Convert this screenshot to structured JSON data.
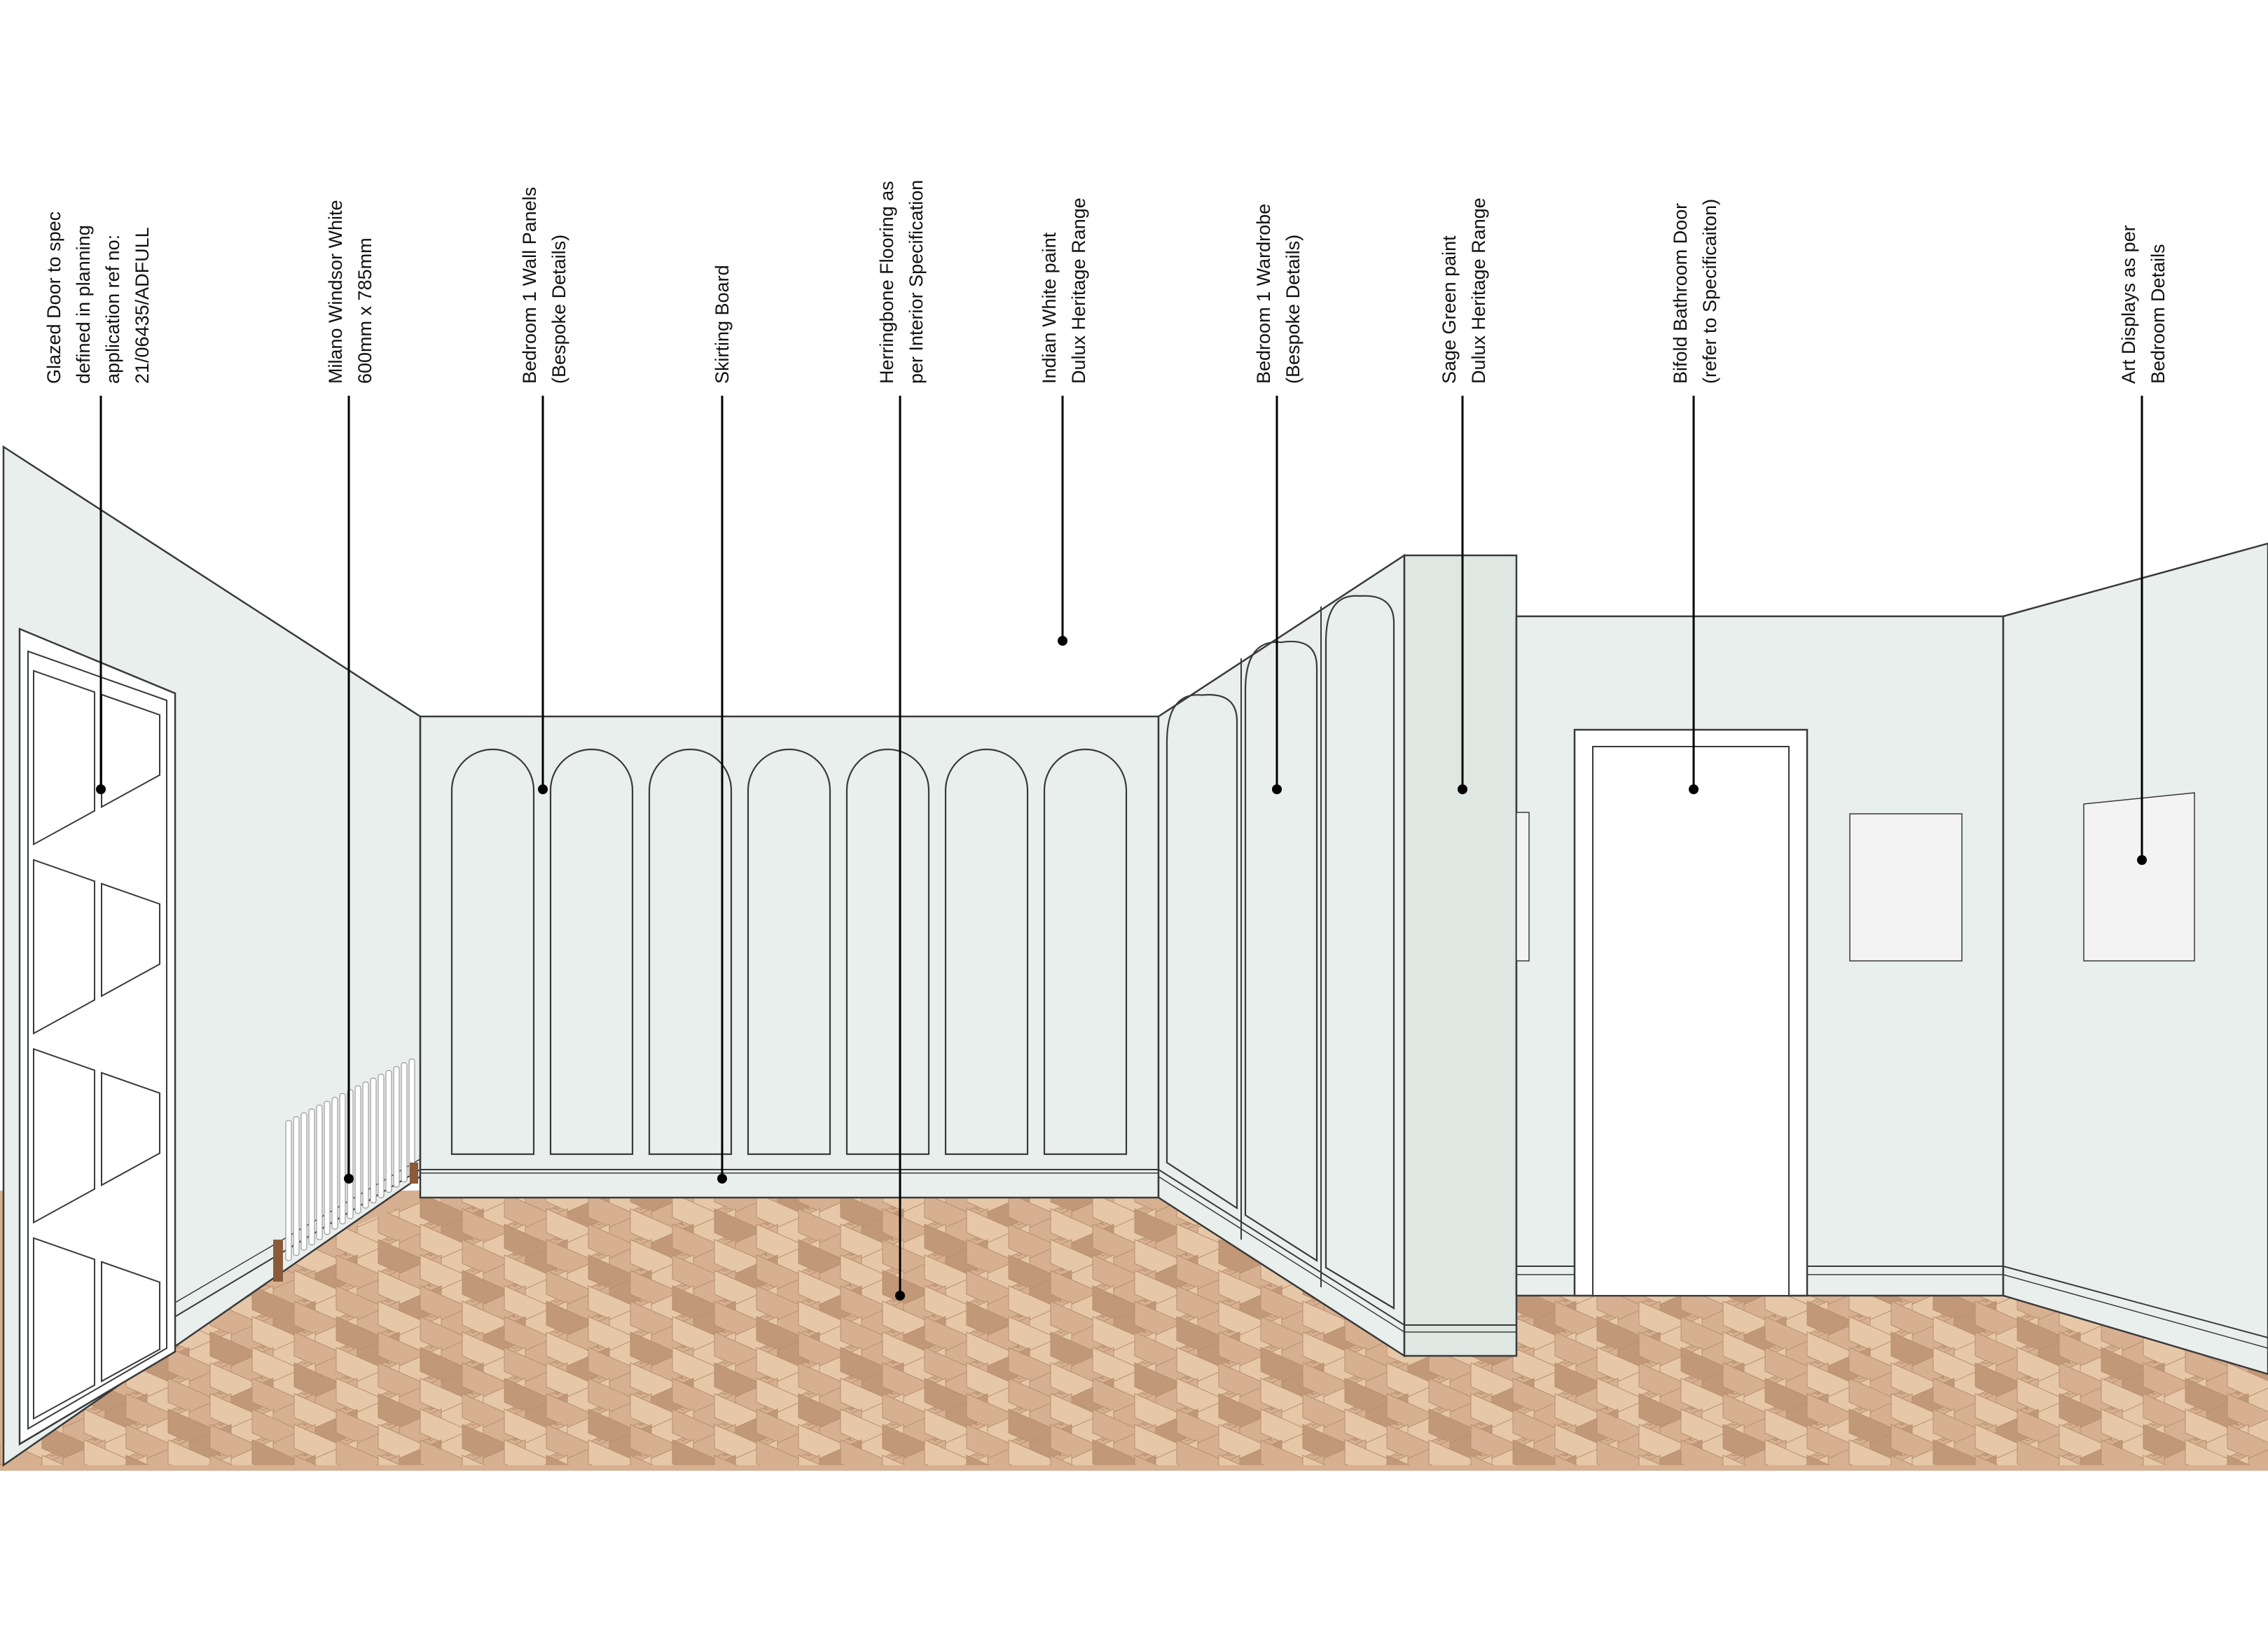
{
  "labels": [
    {
      "id": "glazed-door",
      "lines": [
        "Glazed Door to spec",
        "defined in planning",
        "application ref no:",
        "21/06435/ADFULL"
      ]
    },
    {
      "id": "radiator",
      "lines": [
        "Milano Windsor White",
        "600mm x 785mm"
      ]
    },
    {
      "id": "wall-panels",
      "lines": [
        "Bedroom 1 Wall Panels",
        "(Bespoke Details)"
      ]
    },
    {
      "id": "skirting",
      "lines": [
        "Skirting Board"
      ]
    },
    {
      "id": "flooring",
      "lines": [
        "Herringbone Flooring as",
        "per Interior Specification"
      ]
    },
    {
      "id": "indian-white",
      "lines": [
        "Indian White paint",
        "Dulux Heritage Range"
      ]
    },
    {
      "id": "wardrobe",
      "lines": [
        "Bedroom 1 Wardrobe",
        "(Bespoke Details)"
      ]
    },
    {
      "id": "sage-green",
      "lines": [
        "Sage Green paint",
        "Dulux Heritage Range"
      ]
    },
    {
      "id": "bifold-door",
      "lines": [
        "Bifold Bathroom Door",
        "(refer to Specificaiton)"
      ]
    },
    {
      "id": "art-displays",
      "lines": [
        "Art Displays as per",
        "Bedroom Details"
      ]
    }
  ],
  "colors": {
    "wall": "#e9efec",
    "wall_shade": "#dfe7e3",
    "line": "#3a3a3a",
    "floor_light": "#e6c8a9",
    "floor_mid": "#d6b091",
    "floor_dark": "#c19878",
    "door_white": "#ffffff",
    "art_panel": "#f3f3f3",
    "leader": "#000000"
  }
}
